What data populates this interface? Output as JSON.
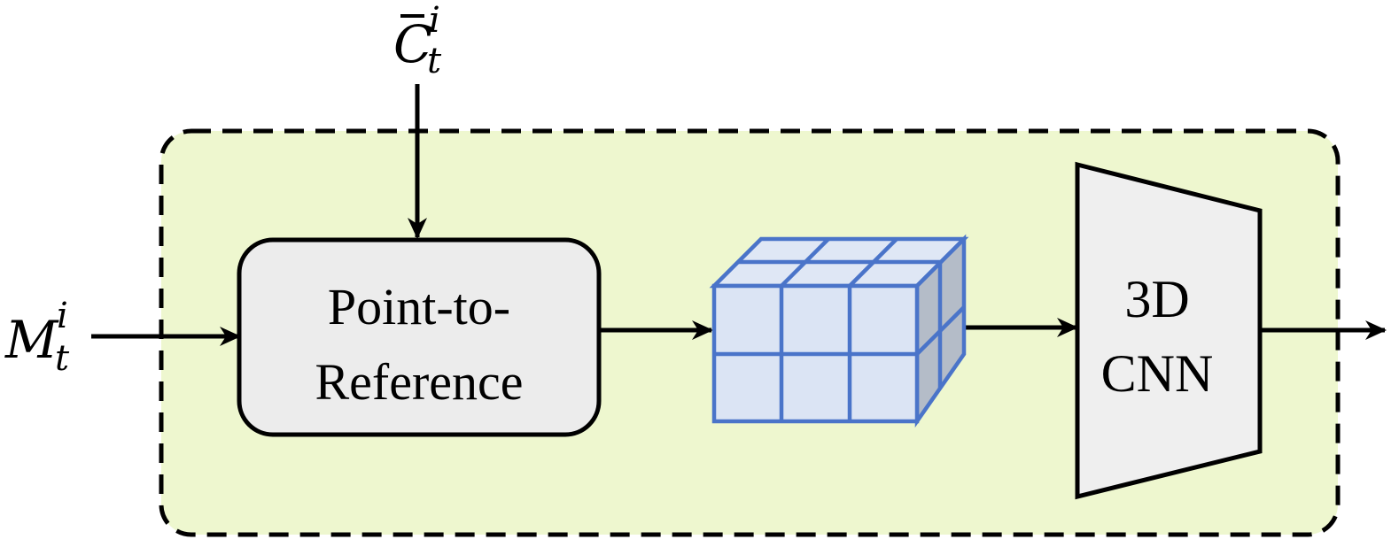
{
  "diagram": {
    "inputs": {
      "top": {
        "base": "C",
        "sub": "t",
        "sup": "i",
        "bar": true
      },
      "left": {
        "base": "M",
        "sub": "t",
        "sup": "i"
      }
    },
    "blocks": {
      "point_to_reference": {
        "line1": "Point-to-",
        "line2": "Reference"
      },
      "cnn": {
        "line1": "3D",
        "line2": "CNN"
      }
    },
    "colors": {
      "module_background": "#eef7cf",
      "module_border": "#000000",
      "block_fill": "#ececec",
      "cube_front": "#dbe4f4",
      "cube_top": "#dfe7f5",
      "cube_side": "#b4bcc8",
      "cube_stroke": "#4a74c9",
      "cnn_fill": "#efefef",
      "arrow": "#000000"
    },
    "icons": {
      "voxel_grid": "voxel-cube-icon",
      "cnn": "trapezoid-network-icon"
    }
  }
}
